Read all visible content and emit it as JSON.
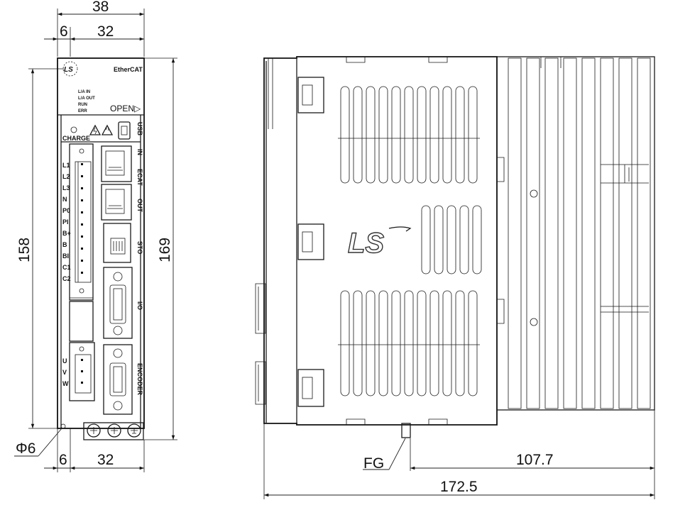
{
  "front_view": {
    "dims": {
      "overall_width": "38",
      "top_left_offset": "6",
      "top_right_width": "32",
      "bottom_left_offset": "6",
      "bottom_right_width": "32",
      "inner_height": "158",
      "overall_height": "169",
      "hole_diameter": "Φ6"
    },
    "labels": {
      "brand": "LS",
      "ethercat": "EtherCAT",
      "led_lines": [
        "L/A IN",
        "L/A OUT",
        "RUN",
        "ERR"
      ],
      "open": "OPEN▷",
      "charge": "CHARGE",
      "usb": "USB",
      "ecat_in": "IN",
      "ecat": "ECAT",
      "ecat_out": "OUT",
      "sto": "STO",
      "io": "I/O",
      "encoder": "ENCODER",
      "power_terminals": [
        "L1",
        "L2",
        "L3",
        "N",
        "P0",
        "PI",
        "B+",
        "B",
        "BI",
        "C1",
        "C2"
      ],
      "motor_terminals": [
        "U",
        "V",
        "W"
      ]
    }
  },
  "side_view": {
    "logo": "LS",
    "dims": {
      "fg": "FG",
      "heatsink_depth": "107.7",
      "overall_depth": "172.5"
    }
  },
  "icons": [
    "charge-led-icon",
    "high-voltage-warning-icon",
    "hot-surface-warning-icon",
    "usb-port-icon",
    "rj45-port-icon",
    "ground-screw-icon"
  ]
}
